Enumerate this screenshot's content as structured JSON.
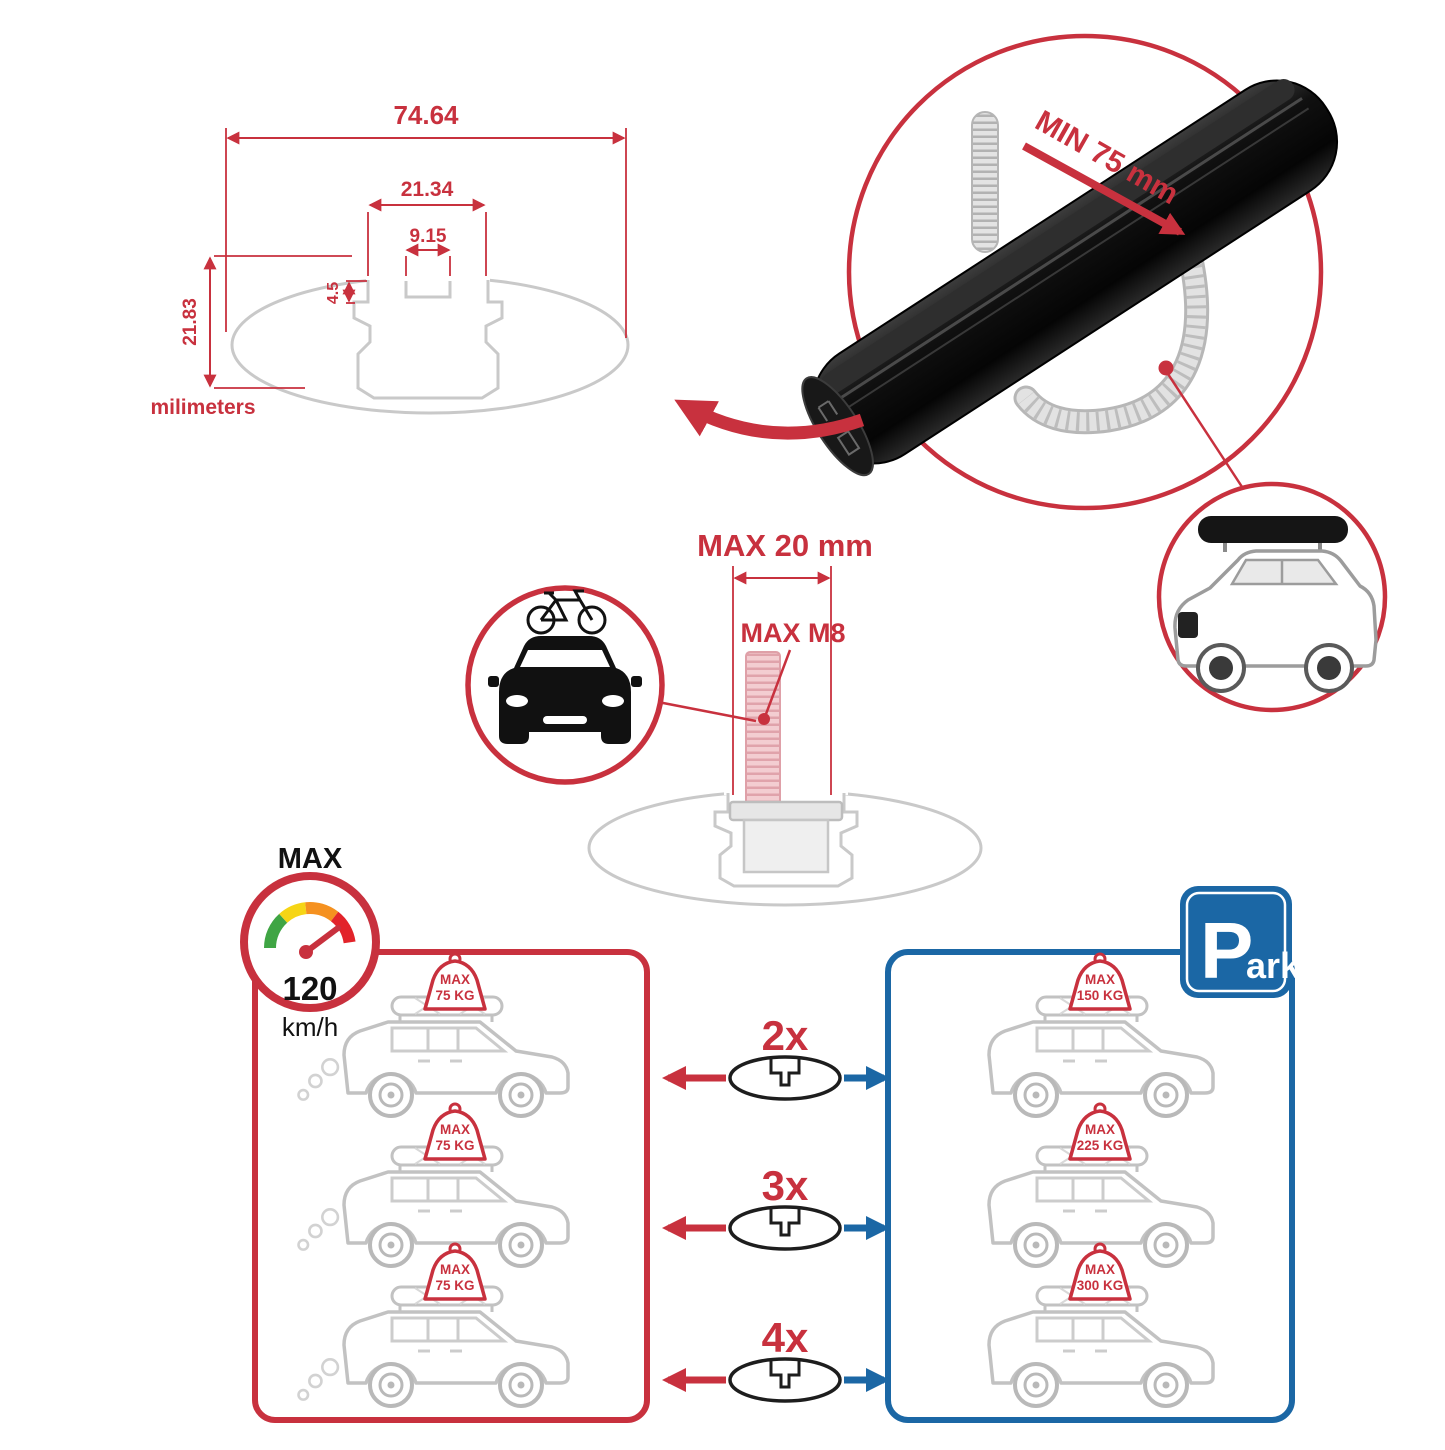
{
  "colors": {
    "red": "#c8313e",
    "blue": "#1b67a5",
    "line_gray": "#c6c6c6",
    "bar_black": "#141414"
  },
  "cross_section": {
    "total_width": "74.64",
    "slot_outer_width": "21.34",
    "slot_inner_width": "9.15",
    "slot_lip_depth": "4.5",
    "total_height": "21.83",
    "units_label": "milimeters"
  },
  "clamp_detail": {
    "min_clearance_label": "MIN 75 mm"
  },
  "bolt_detail": {
    "max_length_label": "MAX 20 mm",
    "max_thread_label": "MAX M8"
  },
  "speed_limit": {
    "label": "MAX",
    "value": "120",
    "unit": "km/h"
  },
  "park_sign": {
    "initial": "P",
    "rest": "ark"
  },
  "driving_panel": {
    "loads": [
      {
        "label": "MAX",
        "weight": "75 KG"
      },
      {
        "label": "MAX",
        "weight": "75 KG"
      },
      {
        "label": "MAX",
        "weight": "75 KG"
      }
    ]
  },
  "parked_panel": {
    "loads": [
      {
        "label": "MAX",
        "weight": "150 KG"
      },
      {
        "label": "MAX",
        "weight": "225 KG"
      },
      {
        "label": "MAX",
        "weight": "300 KG"
      }
    ]
  },
  "bar_counts": [
    {
      "label": "2x"
    },
    {
      "label": "3x"
    },
    {
      "label": "4x"
    }
  ]
}
